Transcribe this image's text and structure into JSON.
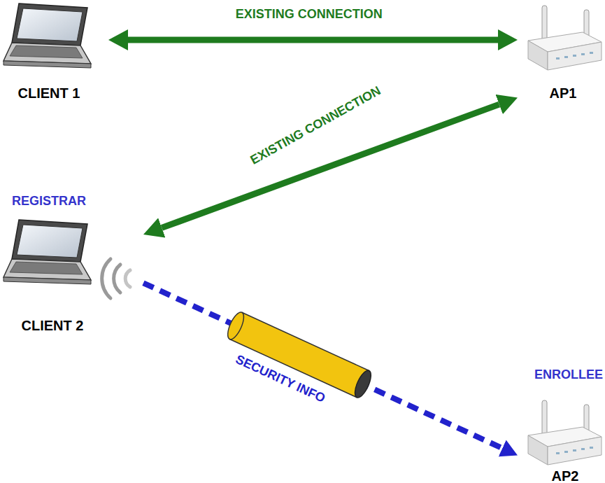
{
  "diagram": {
    "nodes": [
      {
        "text": [
          "CLIENT 1"
        ]
      },
      {
        "text": [
          "AP1"
        ]
      },
      {
        "text": [
          "REGISTRAR",
          "CLIENT 2"
        ]
      },
      {
        "text": [
          "ENROLLEE",
          "AP2"
        ]
      }
    ],
    "edges": [
      {
        "from": 0,
        "to": 1,
        "arrow": "both",
        "label": "EXISTING CONNECTION"
      },
      {
        "from": 1,
        "to": 2,
        "arrow": "both",
        "label": "EXISTING CONNECTION"
      },
      {
        "from": 2,
        "to": 3,
        "arrow": "to",
        "label": "SECURITY INFO"
      }
    ]
  }
}
